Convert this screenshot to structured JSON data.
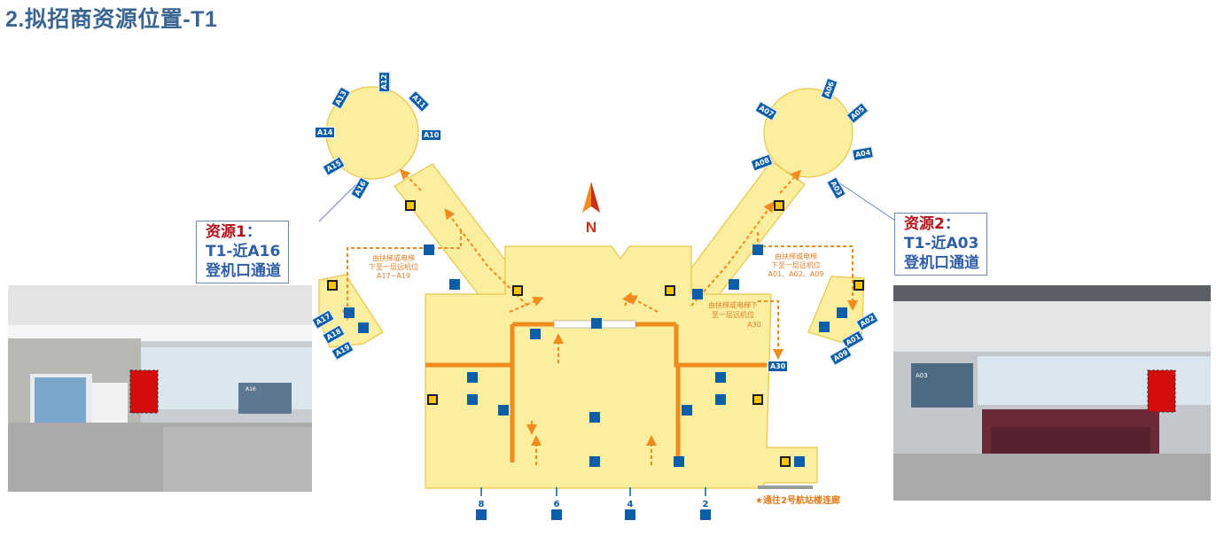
{
  "title": "2.拟招商资源位置-T1",
  "north": "N",
  "callout1": {
    "resource": "资源1",
    "colon": "：",
    "line2": "T1-近A16",
    "line3": "登机口通道"
  },
  "callout2": {
    "resource": "资源2",
    "colon": "：",
    "line2": "T1-近A03",
    "line3": "登机口通道"
  },
  "gates_left_pier": [
    "A12",
    "A13",
    "A11",
    "A14",
    "A10",
    "A15",
    "A16"
  ],
  "gates_right_pier": [
    "A06",
    "A07",
    "A05",
    "A08",
    "A04",
    "A03"
  ],
  "gates_left_small": [
    "A17",
    "A18",
    "A19"
  ],
  "gates_right_small": [
    "A02",
    "A01",
    "A09"
  ],
  "gate_a30": "A30",
  "notes": {
    "left": [
      "由扶梯或电梯",
      "下至一层远机位",
      "A17~A19"
    ],
    "right_top": [
      "由扶梯或电梯",
      "下至一层远机位",
      "A01、A02、A09"
    ],
    "right_mid": [
      "由扶梯或电梯下",
      "至一层远机位",
      "A30"
    ]
  },
  "entrances": [
    "8",
    "6",
    "4",
    "2"
  ],
  "corridor_label": "★通往2号航站楼连廊",
  "photo1_sign": "A16",
  "photo2_sign": "A03",
  "colors": {
    "title": "#3a6691",
    "map_fill": "#fbee9e",
    "route": "#f08c1e",
    "gate_badge": "#0d5ea8",
    "callout_red": "#b2161c",
    "callout_blue": "#2f5fa4"
  }
}
